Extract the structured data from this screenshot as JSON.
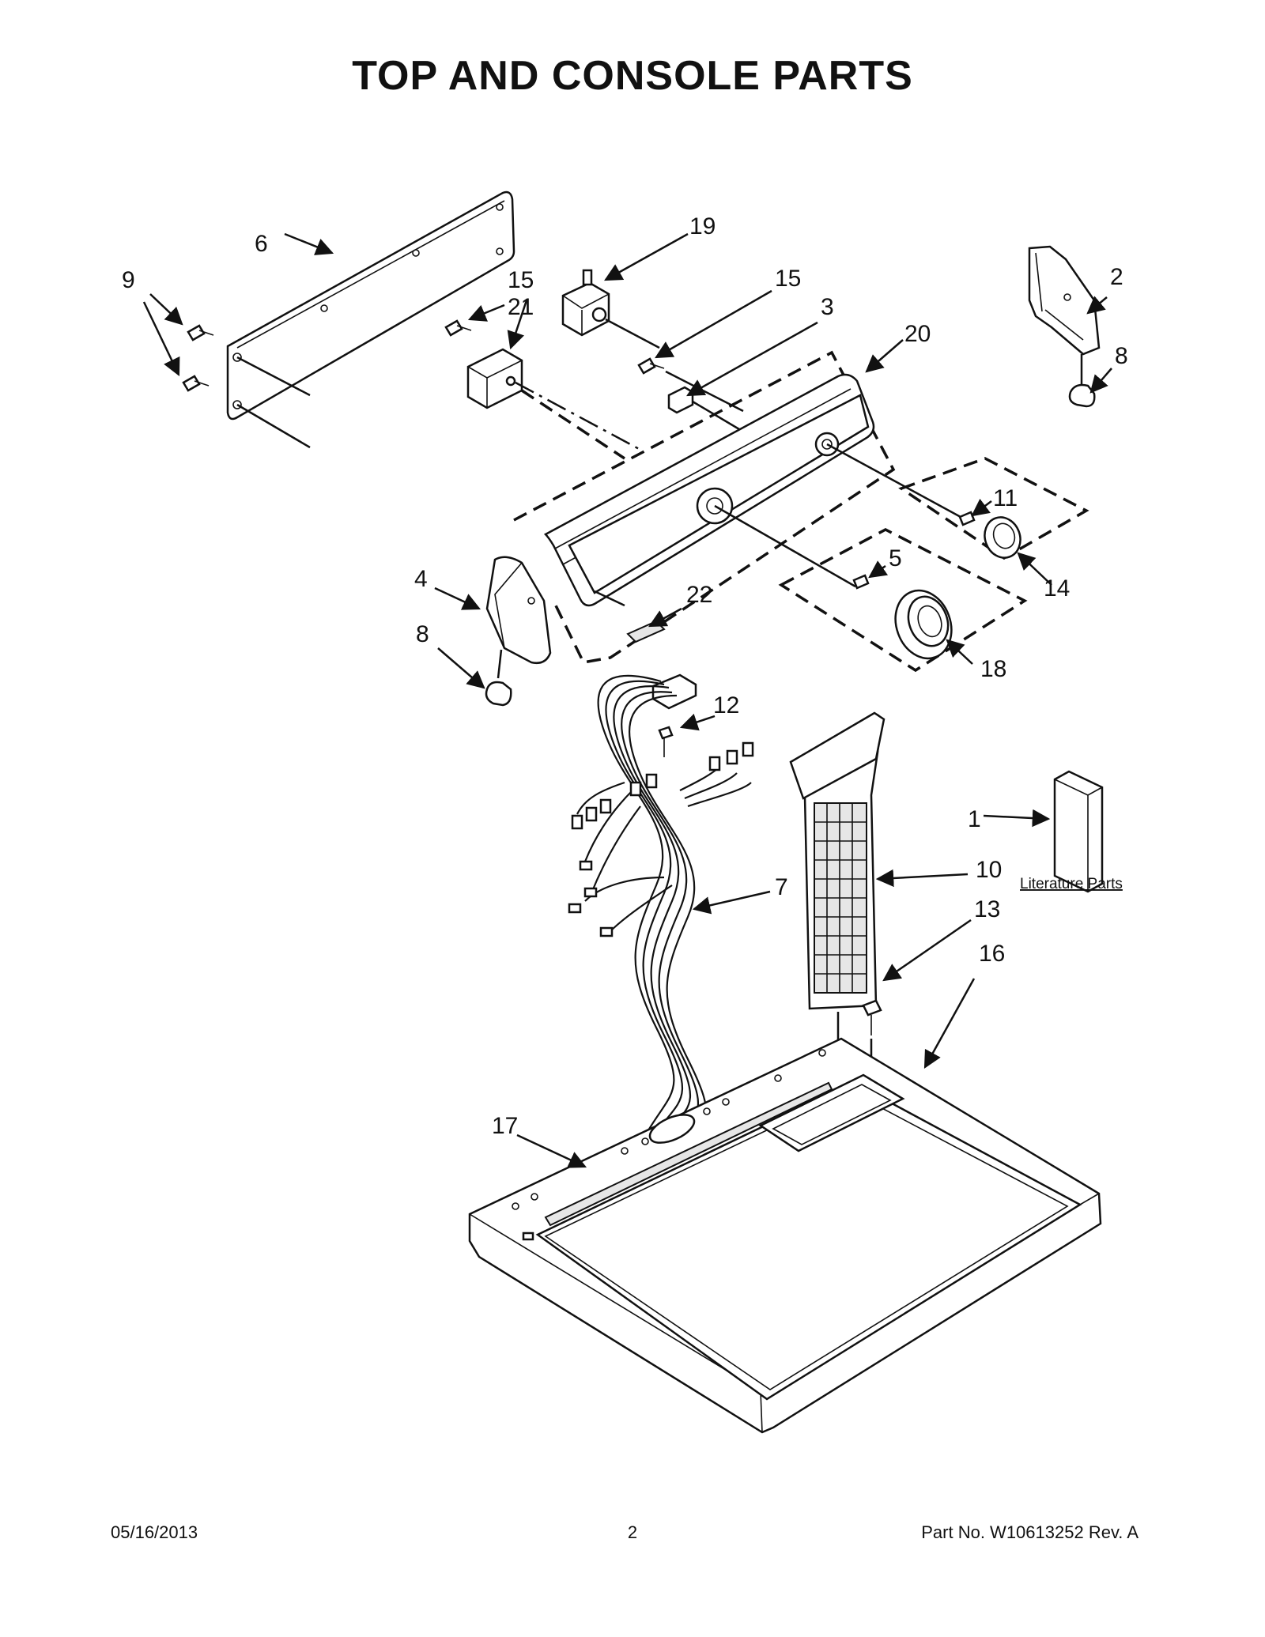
{
  "title": "TOP AND CONSOLE PARTS",
  "callouts": [
    {
      "id": "c1",
      "label": "1"
    },
    {
      "id": "c2",
      "label": "2"
    },
    {
      "id": "c3",
      "label": "3"
    },
    {
      "id": "c4",
      "label": "4"
    },
    {
      "id": "c5",
      "label": "5"
    },
    {
      "id": "c6",
      "label": "6"
    },
    {
      "id": "c7",
      "label": "7"
    },
    {
      "id": "c8a",
      "label": "8"
    },
    {
      "id": "c8b",
      "label": "8"
    },
    {
      "id": "c9",
      "label": "9"
    },
    {
      "id": "c10",
      "label": "10"
    },
    {
      "id": "c11",
      "label": "11"
    },
    {
      "id": "c12",
      "label": "12"
    },
    {
      "id": "c13",
      "label": "13"
    },
    {
      "id": "c14",
      "label": "14"
    },
    {
      "id": "c15a",
      "label": "15"
    },
    {
      "id": "c15b",
      "label": "15"
    },
    {
      "id": "c16",
      "label": "16"
    },
    {
      "id": "c17",
      "label": "17"
    },
    {
      "id": "c18",
      "label": "18"
    },
    {
      "id": "c19",
      "label": "19"
    },
    {
      "id": "c20",
      "label": "20"
    },
    {
      "id": "c21",
      "label": "21"
    },
    {
      "id": "c22",
      "label": "22"
    }
  ],
  "literature_label": "Literature Parts",
  "footer": {
    "date": "05/16/2013",
    "page": "2",
    "part_no": "Part No.  W10613252  Rev.  A"
  }
}
